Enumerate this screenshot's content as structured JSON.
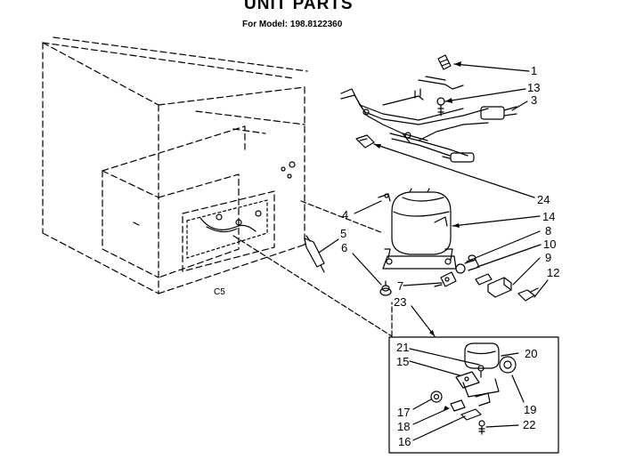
{
  "title": "UNIT PARTS",
  "subtitle": "For Model: 198.8122360",
  "section_label": "C5",
  "callouts": [
    "1",
    "13",
    "3",
    "24",
    "4",
    "14",
    "5",
    "8",
    "10",
    "6",
    "9",
    "12",
    "7",
    "23",
    "21",
    "20",
    "15",
    "19",
    "17",
    "18",
    "22",
    "16"
  ]
}
